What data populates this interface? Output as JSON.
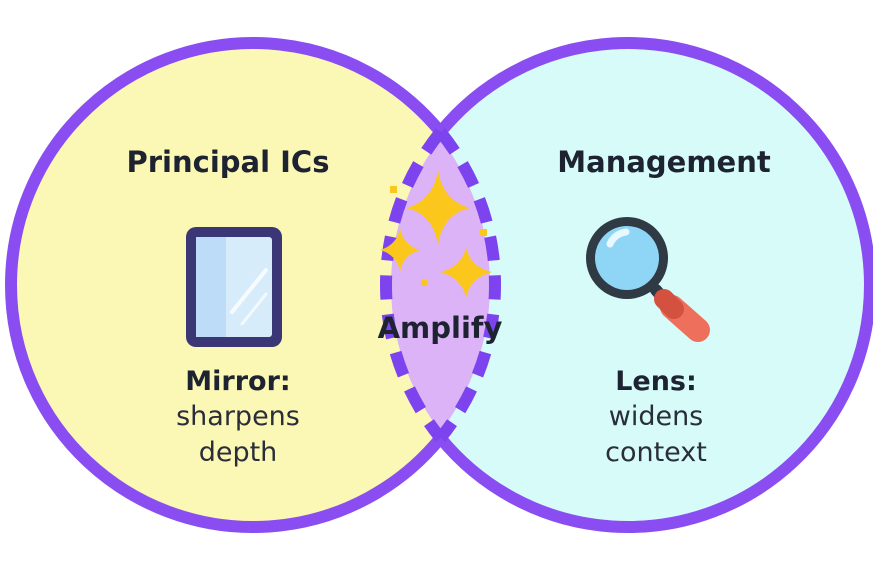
{
  "diagram": {
    "left_set": {
      "title": "Principal ICs",
      "icon": "mirror-icon",
      "term": "Mirror:",
      "description_lines": [
        "sharpens",
        "depth"
      ],
      "fill_color": "#fbf7b4"
    },
    "right_set": {
      "title": "Management",
      "icon": "magnifying-glass-icon",
      "term": "Lens:",
      "description_lines": [
        "widens",
        "context"
      ],
      "fill_color": "#d6fbf9"
    },
    "overlap": {
      "label": "Amplify",
      "icon": "sparkles-icon",
      "fill_color": "#dcb3f7"
    },
    "outline_color": "#8a4df1",
    "dashed_outline_color": "#7d43ee",
    "sparkle_color": "#fbc71c"
  }
}
